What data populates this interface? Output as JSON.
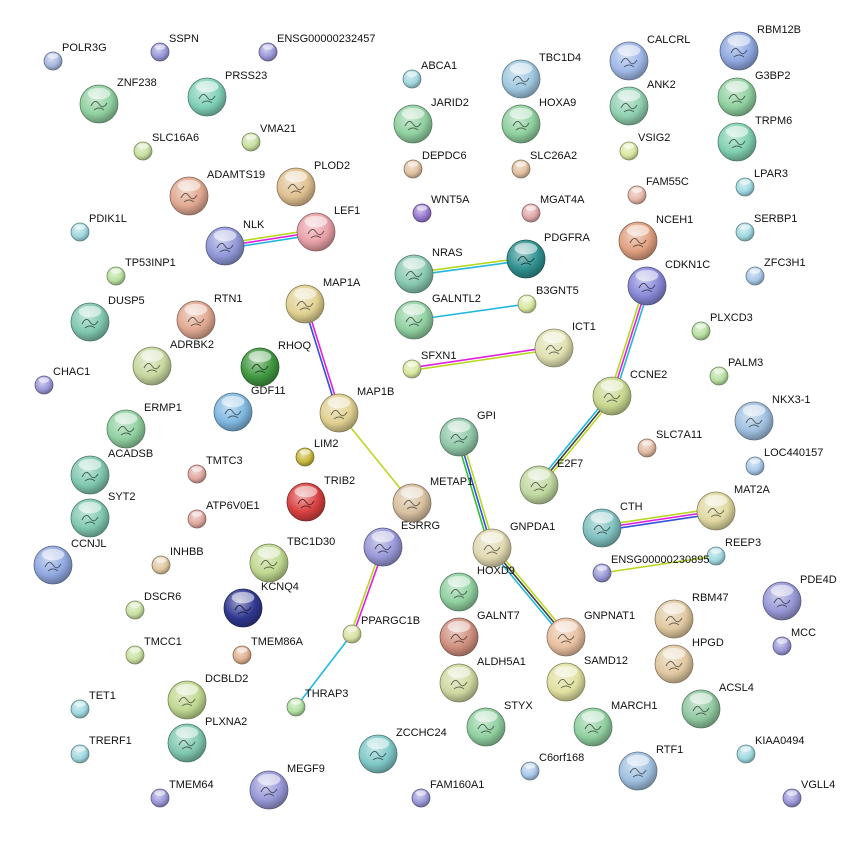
{
  "nodes": [
    {
      "label": "POLR3G",
      "color": "#a8b8e0"
    },
    {
      "label": "SSPN",
      "color": "#9a98d8"
    },
    {
      "label": "ENSG00000232457",
      "color": "#9a98d8"
    },
    {
      "label": "ZNF238",
      "color": "#90d0a0"
    },
    {
      "label": "PRSS23",
      "color": "#80d0b8"
    },
    {
      "label": "SLC16A6",
      "color": "#c8e0a0"
    },
    {
      "label": "VMA21",
      "color": "#c8e0a0"
    },
    {
      "label": "ADAMTS19",
      "color": "#e0a890"
    },
    {
      "label": "PLOD2",
      "color": "#e0c090"
    },
    {
      "label": "PDIK1L",
      "color": "#a0d8e0"
    },
    {
      "label": "NLK",
      "color": "#9098d8"
    },
    {
      "label": "LEF1",
      "color": "#e8a0a8"
    },
    {
      "label": "TP53INP1",
      "color": "#b8e0a0"
    },
    {
      "label": "DUSP5",
      "color": "#80c8b0"
    },
    {
      "label": "RTN1",
      "color": "#e0a890"
    },
    {
      "label": "MAP1A",
      "color": "#e0d090"
    },
    {
      "label": "CHAC1",
      "color": "#9a98d8"
    },
    {
      "label": "ADRBK2",
      "color": "#c8d8a0"
    },
    {
      "label": "RHOQ",
      "color": "#409840"
    },
    {
      "label": "GDF11",
      "color": "#80b8e0"
    },
    {
      "label": "MAP1B",
      "color": "#e0d090"
    },
    {
      "label": "ERMP1",
      "color": "#90d0a0"
    },
    {
      "label": "LIM2",
      "color": "#c8b840"
    },
    {
      "label": "ACADSB",
      "color": "#80c8b0"
    },
    {
      "label": "TMTC3",
      "color": "#e0a8a0"
    },
    {
      "label": "TRIB2",
      "color": "#d84040"
    },
    {
      "label": "SYT2",
      "color": "#80c8b0"
    },
    {
      "label": "ATP6V0E1",
      "color": "#e0a8a0"
    },
    {
      "label": "CCNJL",
      "color": "#90a8e0"
    },
    {
      "label": "ESRRG",
      "color": "#9898d8"
    },
    {
      "label": "METAP1",
      "color": "#d8c0a0"
    },
    {
      "label": "TBC1D30",
      "color": "#c0d890"
    },
    {
      "label": "INHBB",
      "color": "#e0c8a0"
    },
    {
      "label": "KCNQ4",
      "color": "#303890"
    },
    {
      "label": "DSCR6",
      "color": "#c8e0a0"
    },
    {
      "label": "TMEM86A",
      "color": "#e0b090"
    },
    {
      "label": "TMCC1",
      "color": "#c8e0a0"
    },
    {
      "label": "PPARGC1B",
      "color": "#d8e0a0"
    },
    {
      "label": "DCBLD2",
      "color": "#c0d890"
    },
    {
      "label": "THRAP3",
      "color": "#b0e0a0"
    },
    {
      "label": "TET1",
      "color": "#a0d8e0"
    },
    {
      "label": "PLXNA2",
      "color": "#80c8b0"
    },
    {
      "label": "TRERF1",
      "color": "#a0d8e0"
    },
    {
      "label": "TMEM64",
      "color": "#9a98d8"
    },
    {
      "label": "MEGF9",
      "color": "#9898d8"
    },
    {
      "label": "ZCCHC24",
      "color": "#80c8c8"
    },
    {
      "label": "FAM160A1",
      "color": "#9a98d8"
    },
    {
      "label": "ABCA1",
      "color": "#a0d8e0"
    },
    {
      "label": "TBC1D4",
      "color": "#a0c8e0"
    },
    {
      "label": "JARID2",
      "color": "#90d0a0"
    },
    {
      "label": "HOXA9",
      "color": "#90d0a0"
    },
    {
      "label": "DEPDC6",
      "color": "#e0c0a0"
    },
    {
      "label": "SLC26A2",
      "color": "#e0c0a0"
    },
    {
      "label": "WNT5A",
      "color": "#9878d0"
    },
    {
      "label": "MGAT4A",
      "color": "#e0a8a8"
    },
    {
      "label": "NRAS",
      "color": "#88c8b0"
    },
    {
      "label": "PDGFRA",
      "color": "#309090"
    },
    {
      "label": "GALNTL2",
      "color": "#90d0a0"
    },
    {
      "label": "B3GNT5",
      "color": "#d8e8a0"
    },
    {
      "label": "SFXN1",
      "color": "#d8e8a0"
    },
    {
      "label": "ICT1",
      "color": "#e0e0b0"
    },
    {
      "label": "GPI",
      "color": "#90c8a8"
    },
    {
      "label": "CCNE2",
      "color": "#c8d890"
    },
    {
      "label": "SLC7A11",
      "color": "#e0b8a0"
    },
    {
      "label": "E2F7",
      "color": "#c0d8a0"
    },
    {
      "label": "GNPDA1",
      "color": "#e0d8b0"
    },
    {
      "label": "HOXD9",
      "color": "#90d0a0"
    },
    {
      "label": "GALNT7",
      "color": "#d09080"
    },
    {
      "label": "ALDH5A1",
      "color": "#d0d8a0"
    },
    {
      "label": "GNPNAT1",
      "color": "#e8c0a0"
    },
    {
      "label": "SAMD12",
      "color": "#e0e0a0"
    },
    {
      "label": "STYX",
      "color": "#90d0a0"
    },
    {
      "label": "MARCH1",
      "color": "#90d0a0"
    },
    {
      "label": "C6orf168",
      "color": "#a8c8e8"
    },
    {
      "label": "RTF1",
      "color": "#a0c0e0"
    },
    {
      "label": "CALCRL",
      "color": "#a0b8e8"
    },
    {
      "label": "RBM12B",
      "color": "#90a8e0"
    },
    {
      "label": "ANK2",
      "color": "#90d0b0"
    },
    {
      "label": "G3BP2",
      "color": "#90d0a0"
    },
    {
      "label": "VSIG2",
      "color": "#d8e8a0"
    },
    {
      "label": "TRPM6",
      "color": "#80d0b0"
    },
    {
      "label": "FAM55C",
      "color": "#e8b8a8"
    },
    {
      "label": "LPAR3",
      "color": "#a0d8e0"
    },
    {
      "label": "NCEH1",
      "color": "#e0a080"
    },
    {
      "label": "SERBP1",
      "color": "#a0d8e0"
    },
    {
      "label": "CDKN1C",
      "color": "#8888d8"
    },
    {
      "label": "ZFC3H1",
      "color": "#a8c8e8"
    },
    {
      "label": "PLXCD3",
      "color": "#b8e0a0"
    },
    {
      "label": "PALM3",
      "color": "#b8e0a0"
    },
    {
      "label": "NKX3-1",
      "color": "#a0c0e0"
    },
    {
      "label": "LOC440157",
      "color": "#a8c8e8"
    },
    {
      "label": "CTH",
      "color": "#80c0c0"
    },
    {
      "label": "MAT2A",
      "color": "#e0d8a0"
    },
    {
      "label": "REEP3",
      "color": "#a0d8e0"
    },
    {
      "label": "ENSG00000230895",
      "color": "#9898d8"
    },
    {
      "label": "PDE4D",
      "color": "#9898d8"
    },
    {
      "label": "RBM47",
      "color": "#e0c8a0"
    },
    {
      "label": "MCC",
      "color": "#9a98d8"
    },
    {
      "label": "HPGD",
      "color": "#e0c8a0"
    },
    {
      "label": "ACSL4",
      "color": "#90c8a0"
    },
    {
      "label": "KIAA0494",
      "color": "#a0d8e0"
    },
    {
      "label": "VGLL4",
      "color": "#9a98d8"
    }
  ],
  "edges": [
    {
      "source": "NLK",
      "target": "LEF1",
      "channels": [
        "#b8d820",
        "#e020e0",
        "#20b8e0"
      ]
    },
    {
      "source": "MAP1A",
      "target": "MAP1B",
      "channels": [
        "#e020e0",
        "#3050e0"
      ]
    },
    {
      "source": "MAP1B",
      "target": "METAP1",
      "channels": [
        "#b8d820"
      ]
    },
    {
      "source": "NRAS",
      "target": "PDGFRA",
      "channels": [
        "#b8d820",
        "#20b8e0"
      ]
    },
    {
      "source": "GALNTL2",
      "target": "B3GNT5",
      "channels": [
        "#20b8e0"
      ]
    },
    {
      "source": "SFXN1",
      "target": "ICT1",
      "channels": [
        "#e020e0",
        "#b8d820"
      ]
    },
    {
      "source": "CDKN1C",
      "target": "CCNE2",
      "channels": [
        "#20b8e0",
        "#e020e0",
        "#b8d820"
      ]
    },
    {
      "source": "CCNE2",
      "target": "E2F7",
      "channels": [
        "#b8d820",
        "#404040",
        "#20b8e0"
      ]
    },
    {
      "source": "GPI",
      "target": "GNPDA1",
      "channels": [
        "#b8d820",
        "#3050e0",
        "#30c030"
      ]
    },
    {
      "source": "GNPDA1",
      "target": "GNPNAT1",
      "channels": [
        "#b8d820",
        "#404040",
        "#20b8e0"
      ]
    },
    {
      "source": "ESRRG",
      "target": "PPARGC1B",
      "channels": [
        "#e020e0",
        "#b8d820"
      ]
    },
    {
      "source": "PPARGC1B",
      "target": "THRAP3",
      "channels": [
        "#20b8e0"
      ]
    },
    {
      "source": "CTH",
      "target": "MAT2A",
      "channels": [
        "#b8d820",
        "#e020e0",
        "#3050e0"
      ]
    },
    {
      "source": "ENSG00000230895",
      "target": "REEP3",
      "channels": [
        "#b8d820"
      ]
    }
  ]
}
